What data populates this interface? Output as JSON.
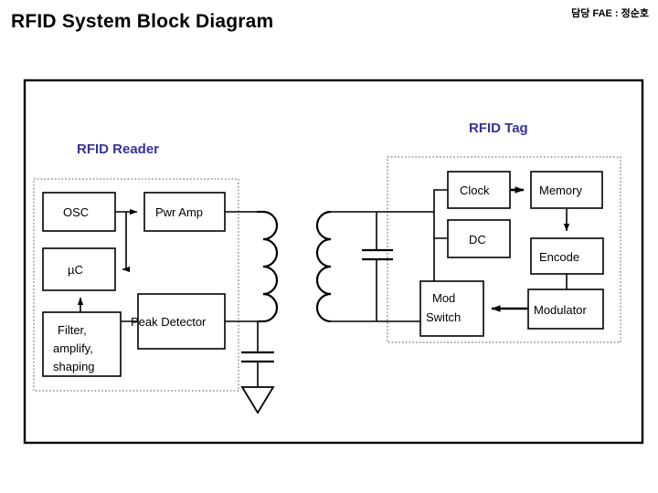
{
  "page": {
    "title": "RFID System Block Diagram",
    "credit": "담당 FAE : 정순호",
    "accent_color": "#333399",
    "line_color": "#000000",
    "background": "#ffffff"
  },
  "groups": {
    "reader": {
      "label": "RFID Reader",
      "border_style": "dotted"
    },
    "tag": {
      "label": "RFID Tag",
      "border_style": "dotted"
    }
  },
  "blocks": {
    "osc": {
      "label": "OSC"
    },
    "pwr_amp": {
      "label": "Pwr Amp"
    },
    "mcu": {
      "label": "µC"
    },
    "filter": {
      "line1": "Filter,",
      "line2": "amplify,",
      "line3": "shaping"
    },
    "peak_detector": {
      "label": "Peak Detector"
    },
    "clock": {
      "label": "Clock"
    },
    "memory": {
      "label": "Memory"
    },
    "dc": {
      "label": "DC"
    },
    "encode": {
      "label": "Encode"
    },
    "mod_switch": {
      "line1": "Mod",
      "line2": "Switch"
    },
    "modulator": {
      "label": "Modulator"
    }
  },
  "components": {
    "reader_antenna": {
      "name": "reader-antenna-coil",
      "turns": 4
    },
    "tag_antenna": {
      "name": "tag-antenna-coil",
      "turns": 4
    },
    "reader_capacitor": {
      "name": "reader-capacitor"
    },
    "tag_capacitor": {
      "name": "tag-capacitor"
    },
    "reader_ground": {
      "name": "reader-ground-symbol"
    }
  },
  "connections": [
    {
      "from": "osc",
      "to": "pwr_amp",
      "arrow": true
    },
    {
      "from": "osc",
      "to": "mcu",
      "arrow": true
    },
    {
      "from": "pwr_amp",
      "to": "reader_antenna",
      "arrow": false
    },
    {
      "from": "filter",
      "to": "mcu",
      "arrow": true
    },
    {
      "from": "peak_detector",
      "to": "filter",
      "arrow": false
    },
    {
      "from": "peak_detector",
      "to": "reader_antenna",
      "arrow": false
    },
    {
      "from": "tag_antenna",
      "to": "clock",
      "arrow": false
    },
    {
      "from": "tag_antenna",
      "to": "dc",
      "arrow": false
    },
    {
      "from": "tag_antenna",
      "to": "mod_switch",
      "arrow": false
    },
    {
      "from": "clock",
      "to": "memory",
      "arrow": true
    },
    {
      "from": "memory",
      "to": "encode",
      "arrow": true
    },
    {
      "from": "encode",
      "to": "modulator",
      "arrow": false
    },
    {
      "from": "modulator",
      "to": "mod_switch",
      "arrow": true
    }
  ]
}
